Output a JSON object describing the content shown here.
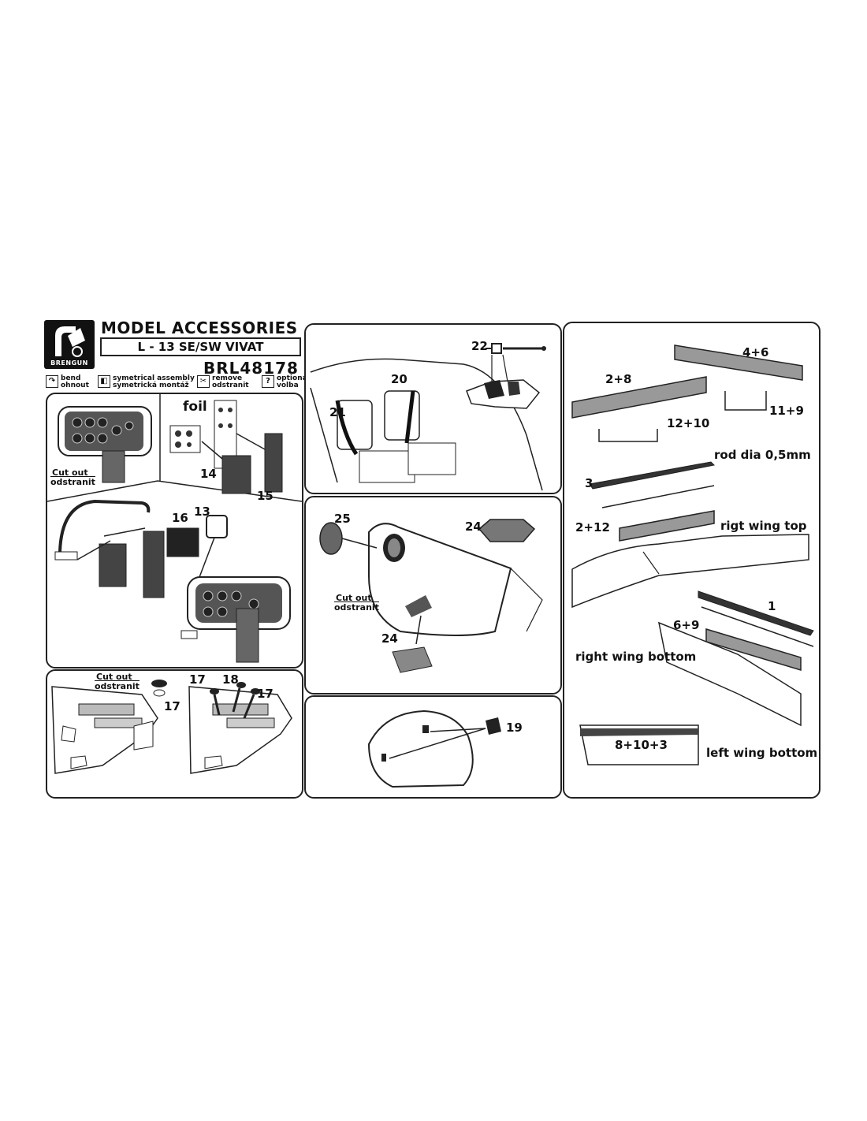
{
  "header": {
    "title": "MODEL ACCESSORIES",
    "subtitle": "L - 13 SE/SW VIVAT",
    "code": "BRL48178",
    "logo_text": "BRENGUN"
  },
  "legend": [
    {
      "icon": "bend-icon",
      "text1": "bend",
      "text2": "ohnout"
    },
    {
      "icon": "symmetrical-assembly-icon",
      "text1": "symetrical assembly",
      "text2": "symetrická montáž"
    },
    {
      "icon": "remove-icon",
      "text1": "remove",
      "text2": "odstranit"
    },
    {
      "icon": "optional-icon",
      "glyph": "?",
      "text1": "optional",
      "text2": "volba"
    }
  ],
  "panel_instrument": {
    "foil": "foil",
    "cutout1": "Cut out",
    "cutout2": "odstranit",
    "parts": [
      "14",
      "15",
      "16",
      "13"
    ]
  },
  "panel_controls": {
    "cutout1": "Cut out",
    "cutout2": "odstranit",
    "parts": [
      "17",
      "17",
      "18",
      "17"
    ]
  },
  "panel_cockpit": {
    "parts": [
      "22",
      "20",
      "21"
    ]
  },
  "panel_nose": {
    "cutout1": "Cut out",
    "cutout2": "odstranit",
    "parts": [
      "25",
      "24",
      "24"
    ]
  },
  "panel_canopy": {
    "parts": [
      "19"
    ]
  },
  "panel_wings": {
    "parts_top": [
      "4+6",
      "2+8",
      "12+10",
      "11+9"
    ],
    "rod": "rod  dia 0,5mm",
    "part3": "3",
    "part212": "2+12",
    "right_top": "rigt wing top",
    "part1": "1",
    "part69": "6+9",
    "right_bottom": "right wing bottom",
    "part8103": "8+10+3",
    "left_bottom": "left wing bottom"
  }
}
